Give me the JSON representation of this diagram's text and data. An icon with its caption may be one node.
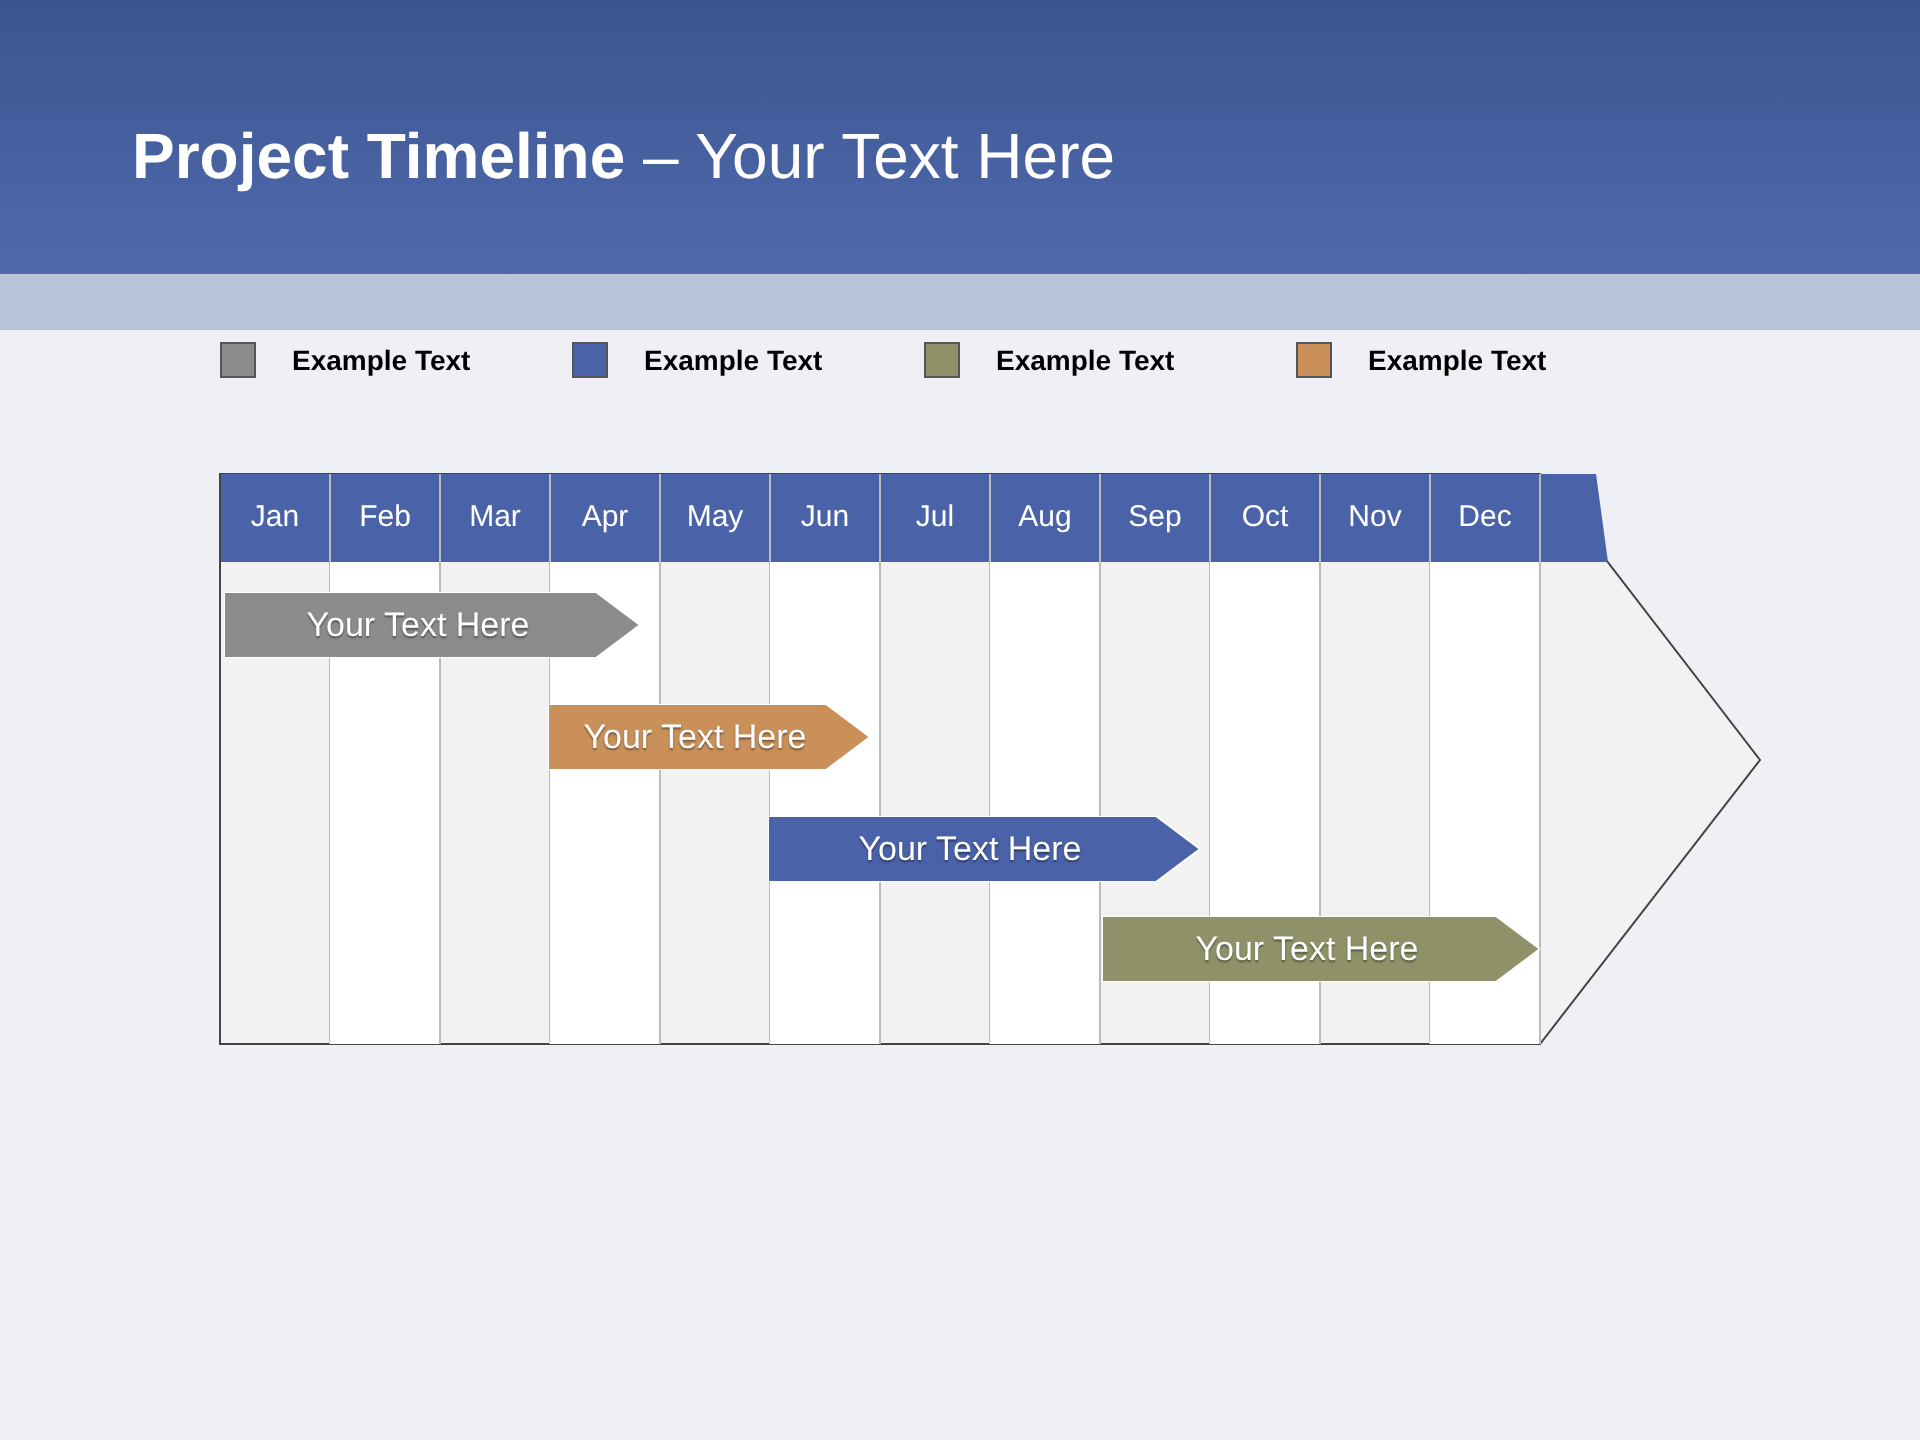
{
  "diagram": {
    "title": "**Project Timeline** – Your Text Here",
    "nodes": [
      {
        "text": [
          "Your Text Here"
        ]
      },
      {
        "text": [
          "Your Text Here"
        ]
      },
      {
        "text": [
          "Your Text Here"
        ]
      },
      {
        "text": [
          "Your Text Here"
        ]
      }
    ],
    "edges": [],
    "labels": [
      "Jan",
      "Feb",
      "Mar",
      "Apr",
      "May",
      "Jun",
      "Jul",
      "Aug",
      "Sep",
      "Oct",
      "Nov",
      "Dec"
    ],
    "legend": [
      {
        "text": "Example Text",
        "color": "#8c8c8c"
      },
      {
        "text": "Example Text",
        "color": "#4a62a8"
      },
      {
        "text": "Example Text",
        "color": "#8f9268"
      },
      {
        "text": "Example Text",
        "color": "#c9905a"
      }
    ]
  }
}
